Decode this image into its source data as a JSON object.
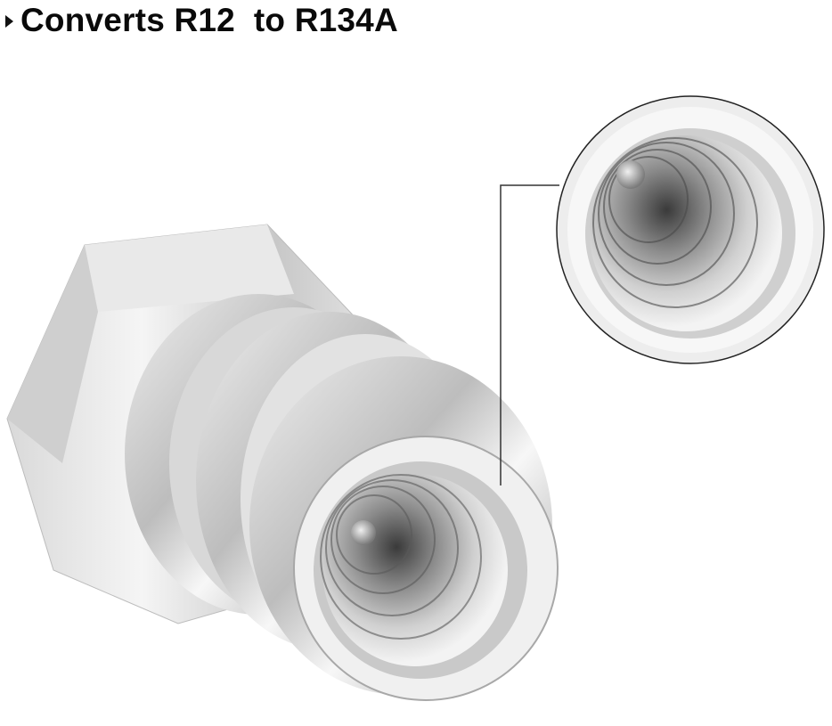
{
  "headline": {
    "bullet_icon": "triangle-right-icon",
    "text": "Converts R12  to R134A"
  },
  "image": {
    "subject": "R12 to R134A refrigerant conversion adapter fitting",
    "callout": "magnified-view-of-fitting-bore"
  },
  "colors": {
    "background": "#ffffff",
    "text": "#0a0a0a",
    "callout_line": "#333333",
    "metal_light": "#f2f2f2",
    "metal_mid": "#bdbdbd",
    "metal_dark": "#6e6e6e"
  }
}
